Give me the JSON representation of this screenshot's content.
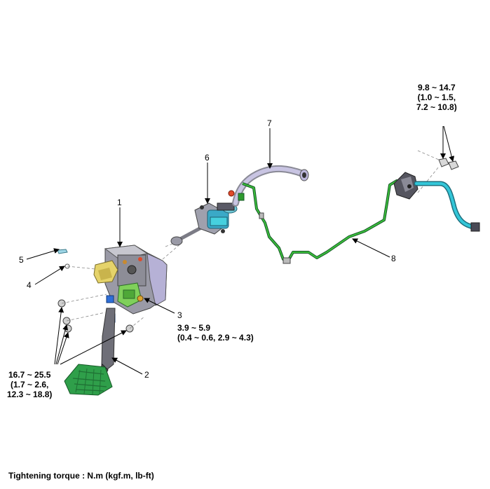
{
  "callouts": {
    "c1": "1",
    "c2": "2",
    "c3": "3",
    "c4": "4",
    "c5": "5",
    "c6": "6",
    "c7": "7",
    "c8": "8"
  },
  "torque_bracket": {
    "line1": "9.8 ~ 14.7",
    "line2": "(1.0 ~ 1.5,",
    "line3": "7.2 ~ 10.8)"
  },
  "torque_bolt3": {
    "line1": "3.9 ~ 5.9",
    "line2": "(0.4 ~ 0.6, 2.9 ~ 4.3)"
  },
  "torque_pedal": {
    "line1": "16.7 ~ 25.5",
    "line2": "(1.7 ~ 2.6,",
    "line3": "12.3 ~ 18.8)"
  },
  "footer": "Tightening torque : N.m (kgf.m, lb-ft)",
  "colors": {
    "tube_green": "#2e9a2e",
    "hose_cyan": "#33c6d8",
    "bracket_gray": "#b9b9c4",
    "pedal_green": "#2f9f4a",
    "yellow_part": "#e5d36a",
    "blue_part": "#2f6fd8"
  }
}
